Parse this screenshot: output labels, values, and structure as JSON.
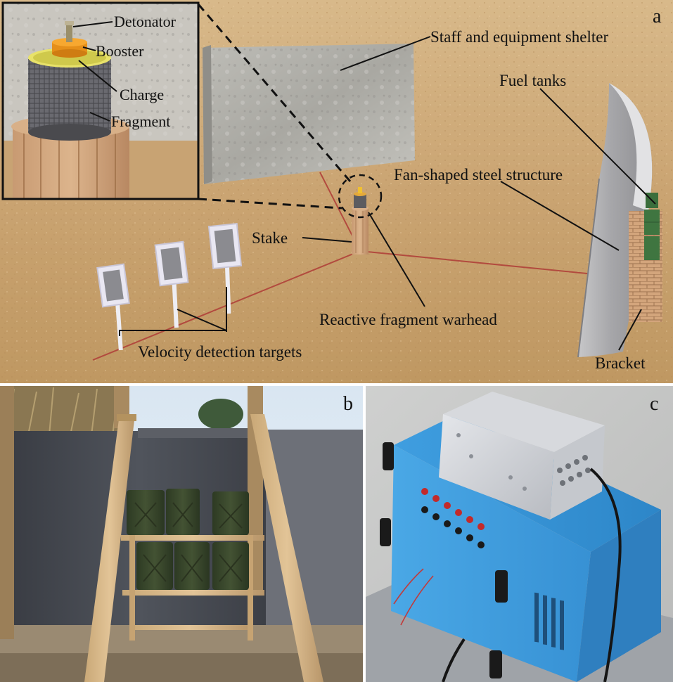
{
  "figure": {
    "panel_a": {
      "letter": "a",
      "labels": {
        "detonator": "Detonator",
        "booster": "Booster",
        "charge": "Charge",
        "fragment": "Fragment",
        "shelter": "Staff and equipment shelter",
        "fuel_tanks": "Fuel tanks",
        "steel_structure": "Fan-shaped steel structure",
        "stake": "Stake",
        "warhead": "Reactive fragment warhead",
        "targets": "Velocity detection targets",
        "bracket": "Bracket"
      }
    },
    "panel_b": {
      "letter": "b"
    },
    "panel_c": {
      "letter": "c"
    }
  }
}
